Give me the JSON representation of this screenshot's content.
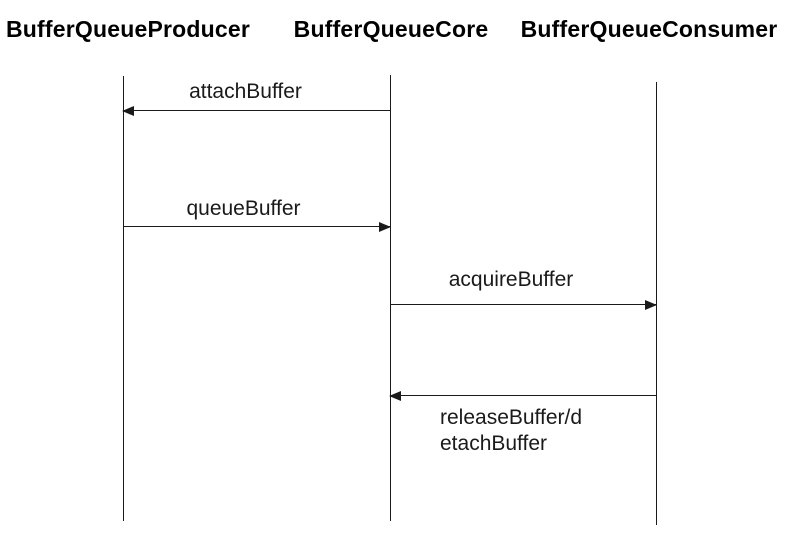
{
  "diagram": {
    "type": "sequence",
    "background": "#ffffff",
    "line_color": "#1a1a1a",
    "text_color": "#000000",
    "participants": [
      {
        "id": "producer",
        "name": "BufferQueueProducer"
      },
      {
        "id": "core",
        "name": "BufferQueueCore"
      },
      {
        "id": "consumer",
        "name": "BufferQueueConsumer"
      }
    ],
    "messages": [
      {
        "label": "attachBuffer",
        "from": "BufferQueueCore",
        "to": "BufferQueueProducer",
        "direction": "left"
      },
      {
        "label": "queueBuffer",
        "from": "BufferQueueProducer",
        "to": "BufferQueueCore",
        "direction": "right"
      },
      {
        "label": "acquireBuffer",
        "from": "BufferQueueCore",
        "to": "BufferQueueConsumer",
        "direction": "right"
      },
      {
        "label": "releaseBuffer/detachBuffer",
        "label_lines": [
          "releaseBuffer/d",
          "etachBuffer"
        ],
        "from": "BufferQueueConsumer",
        "to": "BufferQueueCore",
        "direction": "left"
      }
    ]
  }
}
